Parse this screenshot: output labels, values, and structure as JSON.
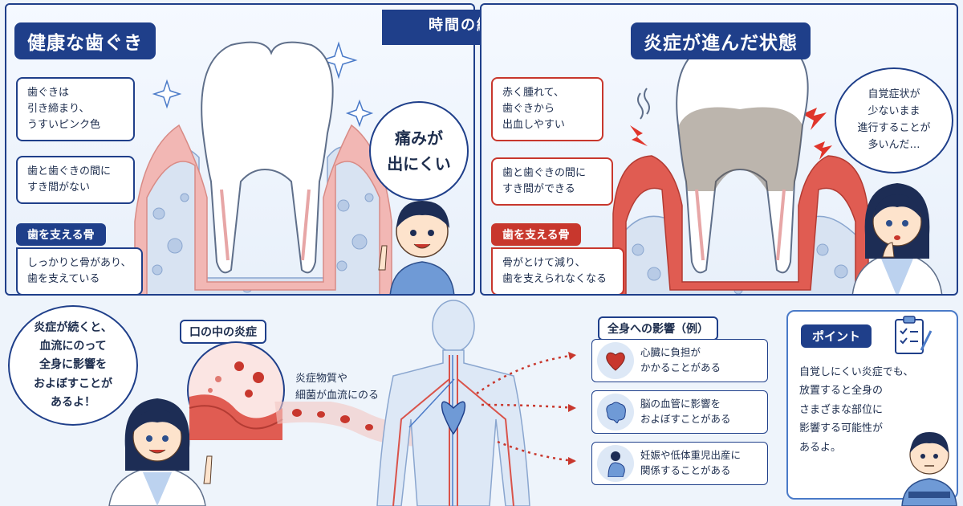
{
  "arrow_label": "時間の経過",
  "left_panel": {
    "title": "健康な歯ぐき",
    "callout_1": "歯ぐきは\n引き締まり、\nうすいピンク色",
    "callout_2": "歯と歯ぐきの間に\nすき間がない",
    "bone_tag": "歯を支える骨",
    "bone_text": "しっかりと骨があり、\n歯を支えている",
    "bubble": "痛みが\n出にくい"
  },
  "right_panel": {
    "title": "炎症が進んだ状態",
    "callout_1": "赤く腫れて、\n歯ぐきから\n出血しやすい",
    "callout_2": "歯と歯ぐきの間に\nすき間ができる",
    "bone_tag": "歯を支える骨",
    "bone_text": "骨がとけて減り、\n歯を支えられなくなる",
    "bubble": "自覚症状が\n少ないまま\n進行することが\n多いんだ…"
  },
  "bottom": {
    "doctor_bubble": "炎症が続くと、\n血流にのって\n全身に影響を\nおよぼすことが\nあるよ！",
    "mouth_label": "口の中の炎症",
    "flow_text": "炎症物質や\n細菌が血流にのる",
    "effects_label": "全身への影響（例）",
    "effects": [
      {
        "icon": "heart-icon",
        "text": "心臓に負担が\nかかることがある"
      },
      {
        "icon": "brain-icon",
        "text": "脳の血管に影響を\nおよぼすことがある"
      },
      {
        "icon": "pregnancy-icon",
        "text": "妊娠や低体重児出産に\n関係することがある"
      }
    ],
    "point_label": "ポイント",
    "point_text": "自覚しにくい炎症でも、\n放置すると全身の\nさまざまな部位に\n影響する可能性が\nあるよ。"
  },
  "colors": {
    "navy": "#1f3f8a",
    "red": "#c8372d",
    "gum_pink": "#f2b7b4",
    "gum_red": "#e05c52"
  }
}
